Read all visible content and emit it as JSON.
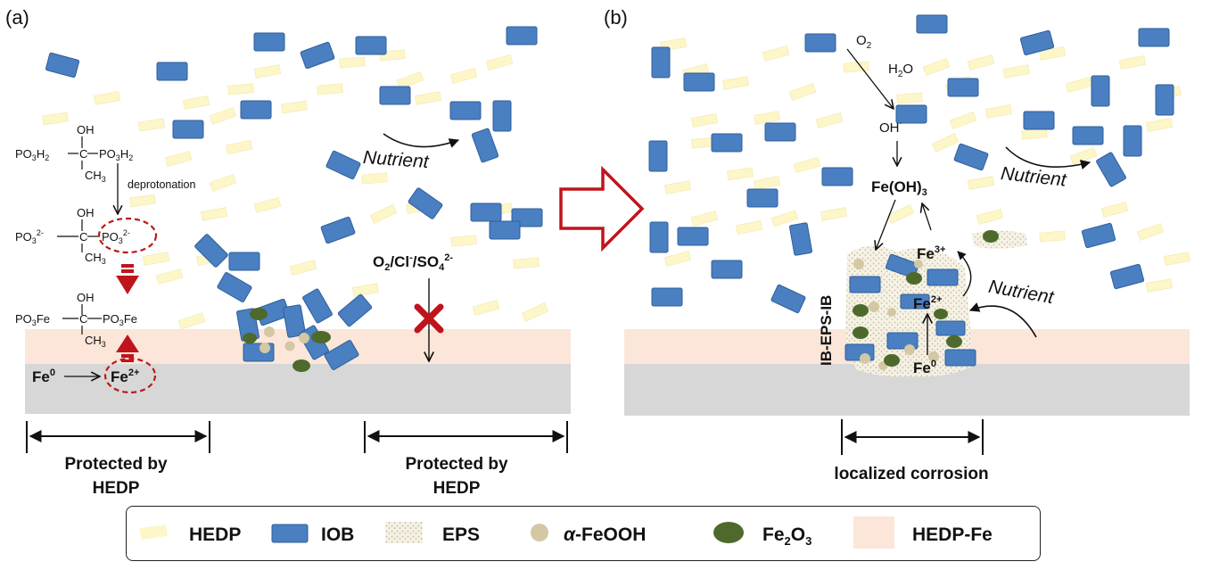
{
  "panels": {
    "a": {
      "label": "(a)"
    },
    "b": {
      "label": "(b)"
    }
  },
  "chemistry": {
    "row1": {
      "left": "PO",
      "left_sub": "3",
      "left_tail": "H",
      "left_tail_sub": "2",
      "oh": "OH",
      "c": "C",
      "ch3": "CH",
      "ch3_sub": "3",
      "right": "PO",
      "right_sub": "3",
      "right_tail": "H",
      "right_tail_sub": "2"
    },
    "deprotonation": "deprotonation",
    "row2": {
      "left": "PO",
      "left_sub": "3",
      "left_sup": "2-",
      "oh": "OH",
      "c": "C",
      "ch3": "CH",
      "ch3_sub": "3",
      "right": "PO",
      "right_sub": "3",
      "right_sup": "2-"
    },
    "row3": {
      "left": "PO",
      "left_sub": "3",
      "left_tail": "Fe",
      "oh": "OH",
      "c": "C",
      "ch3": "CH",
      "ch3_sub": "3",
      "right": "PO",
      "right_sub": "3",
      "right_tail": "Fe"
    },
    "fe0": "Fe",
    "fe0_sup": "0",
    "fe2": "Fe",
    "fe2_sup": "2+"
  },
  "annotations": {
    "nutrient_a": "Nutrient",
    "oxidants": {
      "o2": "O",
      "o2_sub": "2",
      "cl": "/Cl",
      "cl_sup": "-",
      "so4": "/SO",
      "so4_sub": "4",
      "so4_sup": "2-"
    },
    "protected_left": [
      "Protected by",
      "HEDP"
    ],
    "protected_right": [
      "Protected by",
      "HEDP"
    ],
    "b_o2": "O",
    "b_o2_sub": "2",
    "b_h2o_h": "H",
    "b_h2o_sub": "2",
    "b_h2o_o": "O",
    "b_oh": "OH",
    "b_oh_sup": "-",
    "b_feoh3": "Fe(OH)",
    "b_feoh3_sub": "3",
    "b_fe3": "Fe",
    "b_fe3_sup": "3+",
    "b_fe2": "Fe",
    "b_fe2_sup": "2+",
    "b_fe0": "Fe",
    "b_fe0_sup": "0",
    "b_nutrient_top": "Nutrient",
    "b_nutrient_side": "Nutrient",
    "ib_eps_ib": "IB-EPS-IB",
    "localized": "localized corrosion"
  },
  "legend": {
    "hedp": "HEDP",
    "iob": "IOB",
    "eps": "EPS",
    "feooh_prefix": "α",
    "feooh": "-FeOOH",
    "fe2o3": "Fe",
    "fe2o3_sub": "2",
    "fe2o3_tail": "O",
    "fe2o3_sub2": "3",
    "hedpfe": "HEDP-Fe"
  },
  "colors": {
    "iob": "#4a7fc1",
    "iob_stroke": "#2f5f9c",
    "hedp": "#fdf6c8",
    "hedpfe": "#fbe6d9",
    "steel": "#d7d7d7",
    "feooh": "#d3c8a3",
    "fe2o3": "#4d6a2c",
    "accent_red": "#c0141c",
    "dash_red": "#b81b1b"
  }
}
